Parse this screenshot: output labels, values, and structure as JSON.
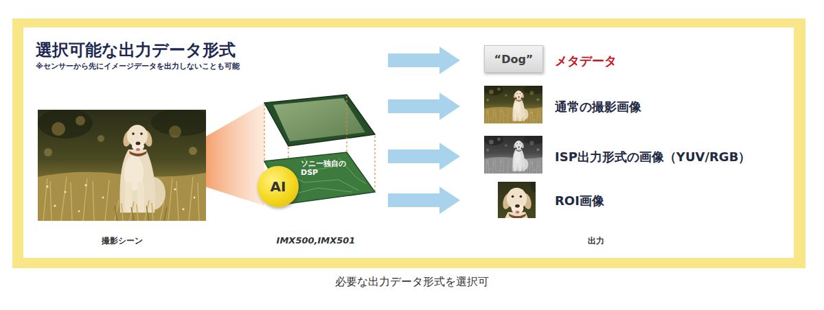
{
  "diagram": {
    "title": "選択可能な出力データ形式",
    "caption": "必要な出力データ形式を選択可",
    "nodes": [
      {
        "text": [
          "ソニー独自の DSP"
        ]
      },
      {
        "text": [
          "AI"
        ]
      },
      {
        "text": [
          "“Dog”"
        ]
      }
    ],
    "labels": [
      "※センサーから先にイメージデータを出力しないことも可能",
      "メタデータ",
      "通常の撮影画像",
      "ISP出力形式の画像（YUV/RGB）",
      "ROI画像",
      "撮影シーン",
      "IMX500,IMX501",
      "出力"
    ]
  }
}
